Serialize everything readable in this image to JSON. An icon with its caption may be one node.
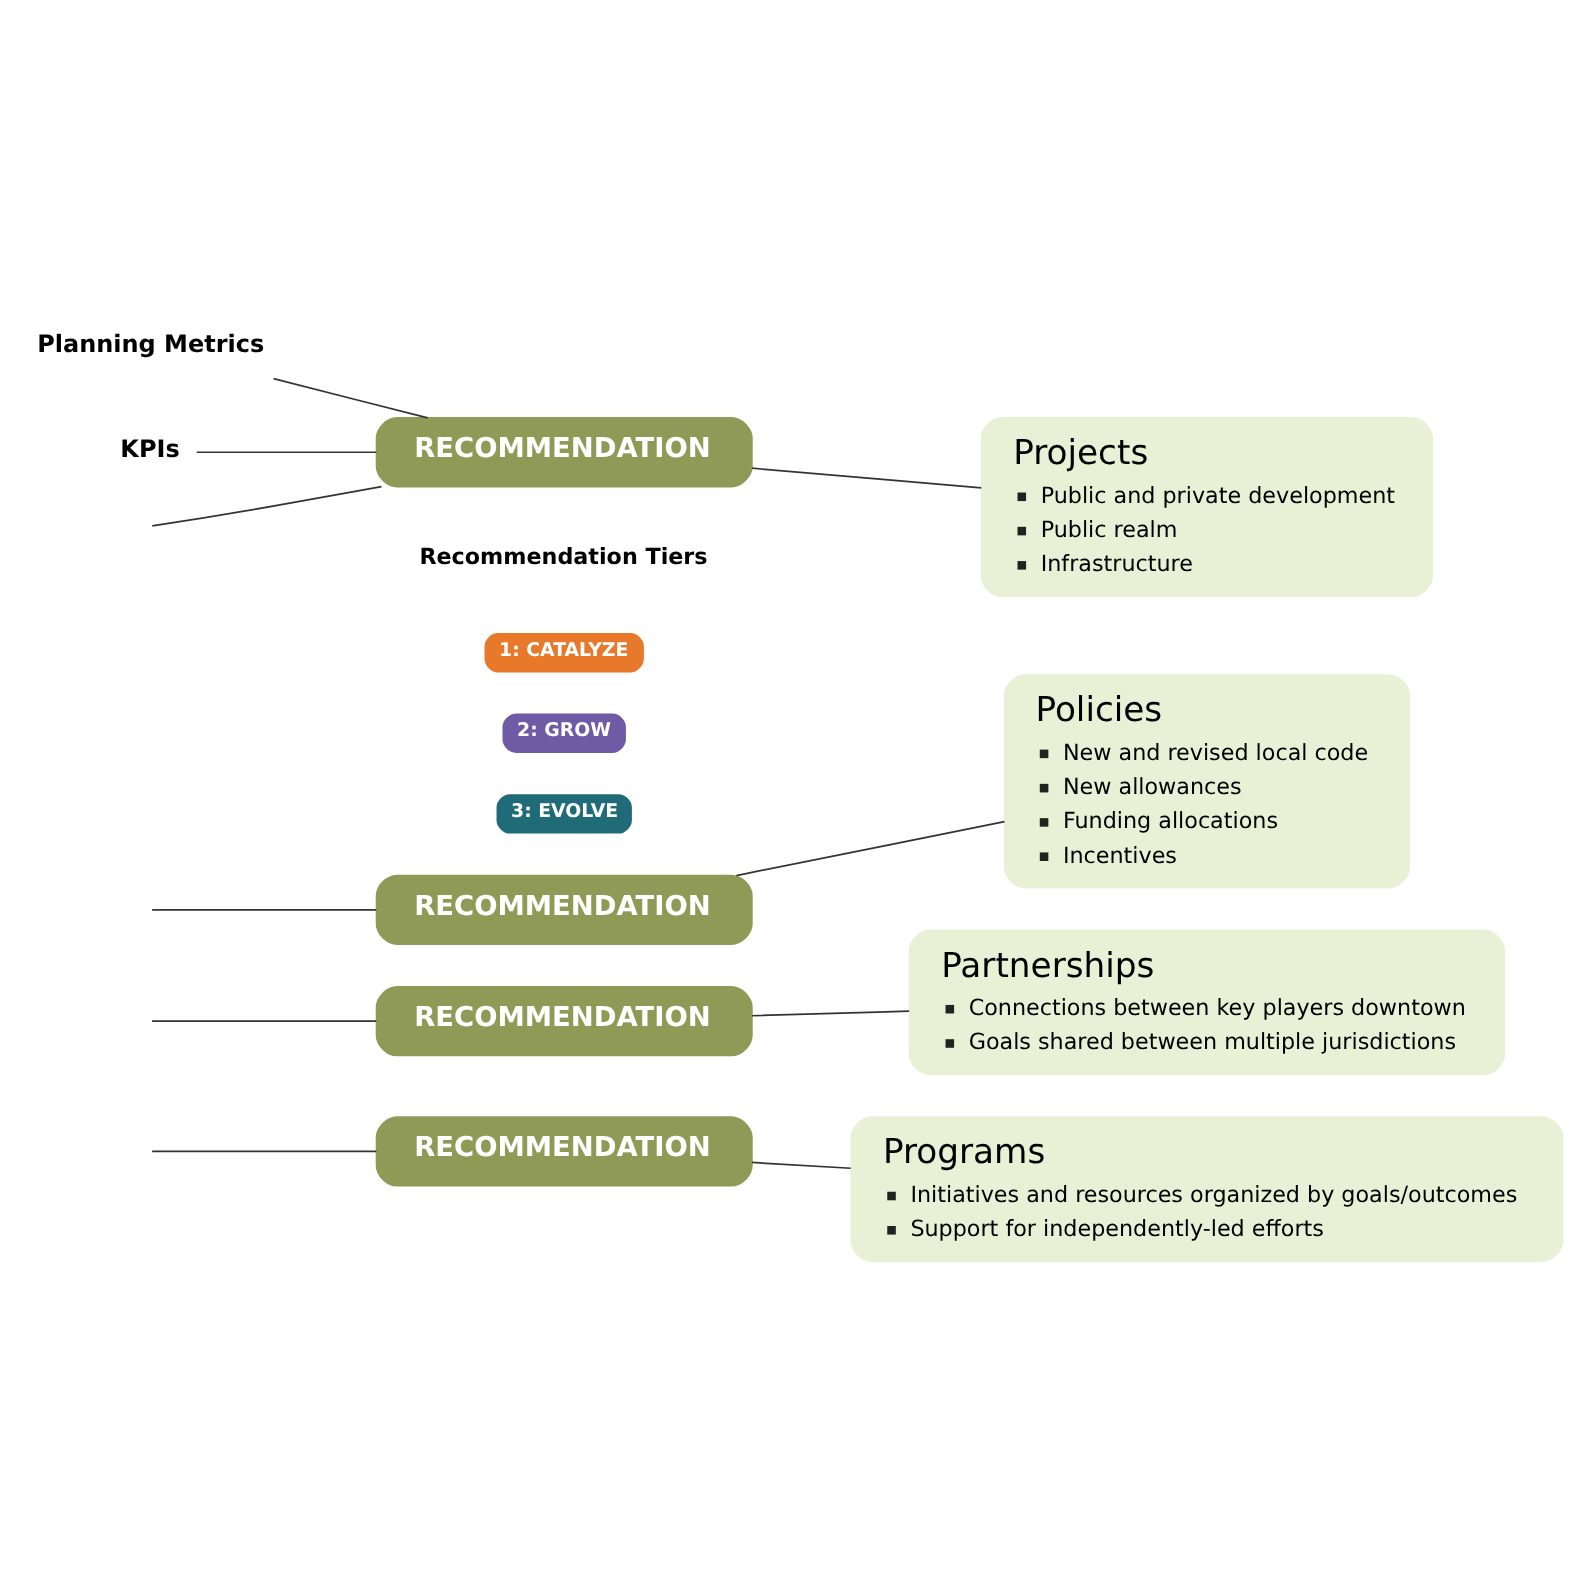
{
  "diagram": {
    "nodes": [
      {
        "text": [
          "Planning Metrics"
        ]
      },
      {
        "text": [
          "KPIs"
        ]
      },
      {
        "text": [
          "RECOMMENDATION"
        ]
      },
      {
        "text": [
          "Projects",
          "Public and private development",
          "Public realm",
          "Infrastructure"
        ]
      },
      {
        "text": [
          "1: CATALYZE"
        ]
      },
      {
        "text": [
          "2: GROW"
        ]
      },
      {
        "text": [
          "3: EVOLVE"
        ]
      },
      {
        "text": [
          "RECOMMENDATION"
        ]
      },
      {
        "text": [
          "Policies",
          "New and revised local code",
          "New allowances",
          "Funding allocations",
          "Incentives"
        ]
      },
      {
        "text": [
          "RECOMMENDATION"
        ]
      },
      {
        "text": [
          "Partnerships",
          "Connections between key players downtown",
          "Goals shared between multiple jurisdictions"
        ]
      },
      {
        "text": [
          "RECOMMENDATION"
        ]
      },
      {
        "text": [
          "Programs",
          "Initiatives and resources organized by goals/outcomes",
          "Support for independently-led efforts"
        ]
      }
    ],
    "edges": [
      {
        "from": 0,
        "to": 2,
        "arrow": "none"
      },
      {
        "from": 1,
        "to": 2,
        "arrow": "none"
      },
      {
        "from": 2,
        "to": 3,
        "arrow": "none"
      },
      {
        "from": 7,
        "to": 8,
        "arrow": "none"
      },
      {
        "from": 9,
        "to": 10,
        "arrow": "none"
      },
      {
        "from": 11,
        "to": 12,
        "arrow": "none"
      },
      {
        "from": null,
        "to": 2,
        "arrow": "none"
      },
      {
        "from": null,
        "to": 7,
        "arrow": "none"
      },
      {
        "from": null,
        "to": 9,
        "arrow": "none"
      },
      {
        "from": null,
        "to": 11,
        "arrow": "none"
      }
    ],
    "labels": [
      "Recommendation Tiers"
    ]
  }
}
